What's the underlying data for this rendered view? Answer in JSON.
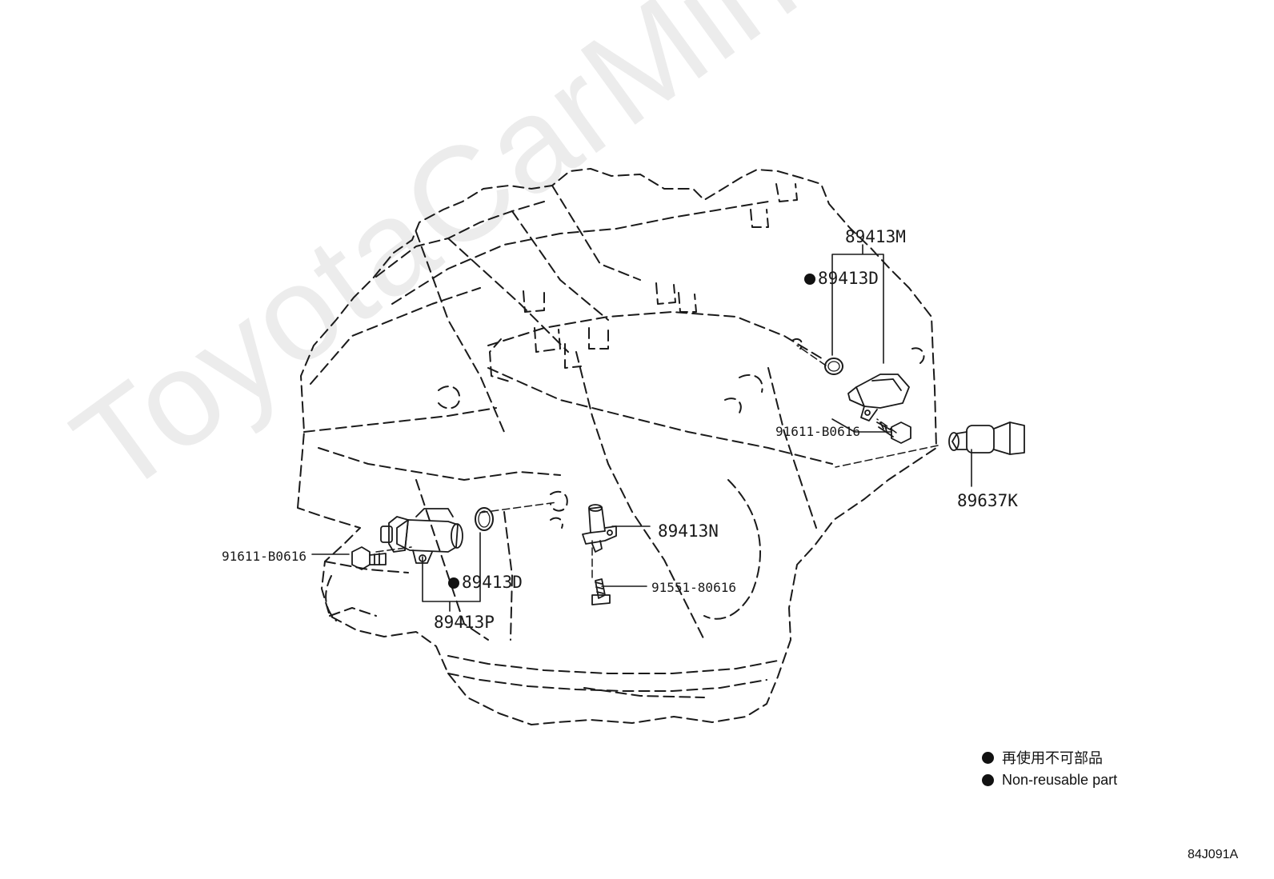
{
  "watermark": "ToyotaCarMine.ru",
  "parts": [
    {
      "id": "p1",
      "number": "89413M",
      "nonreusable": false
    },
    {
      "id": "p2",
      "number": "89413D",
      "nonreusable": true
    },
    {
      "id": "p3",
      "number": "91611-B0616",
      "nonreusable": false
    },
    {
      "id": "p4",
      "number": "89637K",
      "nonreusable": false
    },
    {
      "id": "p5",
      "number": "89413N",
      "nonreusable": false
    },
    {
      "id": "p6",
      "number": "91611-B0616",
      "nonreusable": false
    },
    {
      "id": "p7",
      "number": "89413D",
      "nonreusable": true
    },
    {
      "id": "p8",
      "number": "91551-80616",
      "nonreusable": false
    },
    {
      "id": "p9",
      "number": "89413P",
      "nonreusable": false
    }
  ],
  "legend": {
    "ja": "再使用不可部品",
    "en": "Non-reusable part"
  },
  "diagram_code": "84J091A",
  "colors": {
    "line": "#1a1a1a",
    "watermark": "#ececec"
  }
}
